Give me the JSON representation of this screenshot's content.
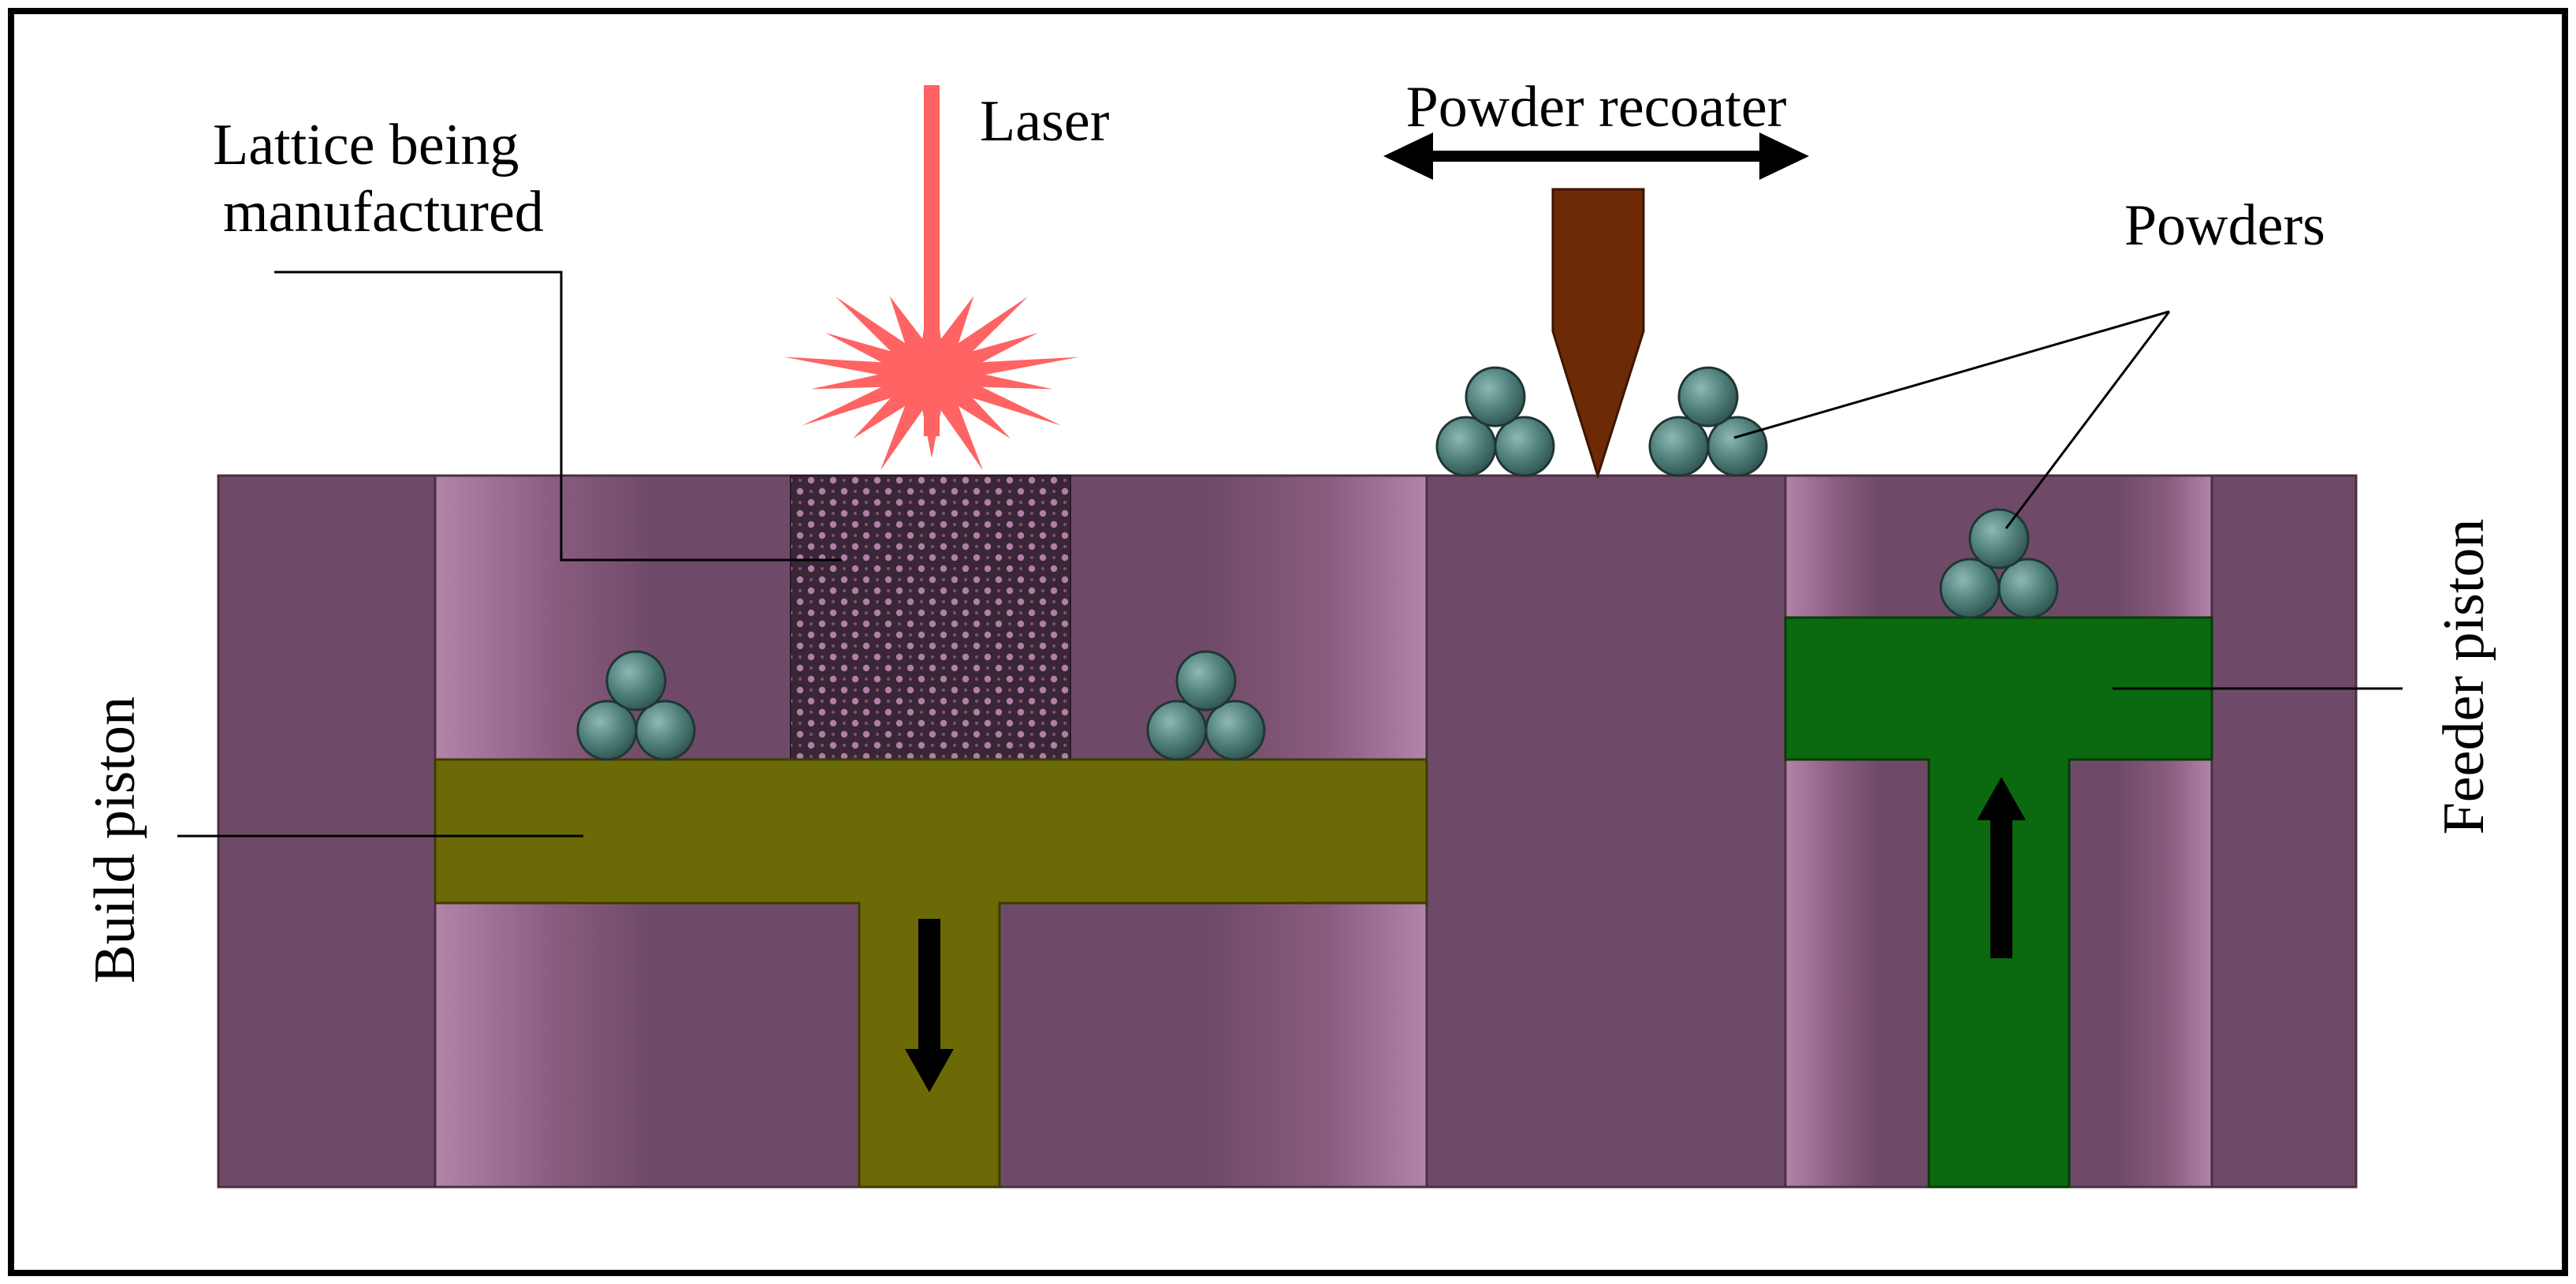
{
  "labels": {
    "laser": "Laser",
    "powder_recoater": "Powder recoater",
    "lattice_line1": "Lattice being",
    "lattice_line2": "manufactured",
    "powders": "Powders",
    "build_piston": "Build piston",
    "feeder_piston": "Feeder piston"
  },
  "colors": {
    "frame": "#000000",
    "chamber_wall": "#6f4a68",
    "chamber_light": "#a8769b",
    "chamber_outline": "#4a2f45",
    "build_piston": "#6b6a07",
    "feeder_piston": "#0b6a10",
    "laser": "#ff6363",
    "recoater": "#6e2a07",
    "powder_particle": "#4f807b",
    "lattice": "#3b2638",
    "arrow": "#000000"
  },
  "icons": {
    "laser_burst": "starburst",
    "build_direction": "arrow-down",
    "feeder_direction": "arrow-up",
    "recoater_motion": "double-arrow-horizontal",
    "powder": "circle-cluster"
  }
}
